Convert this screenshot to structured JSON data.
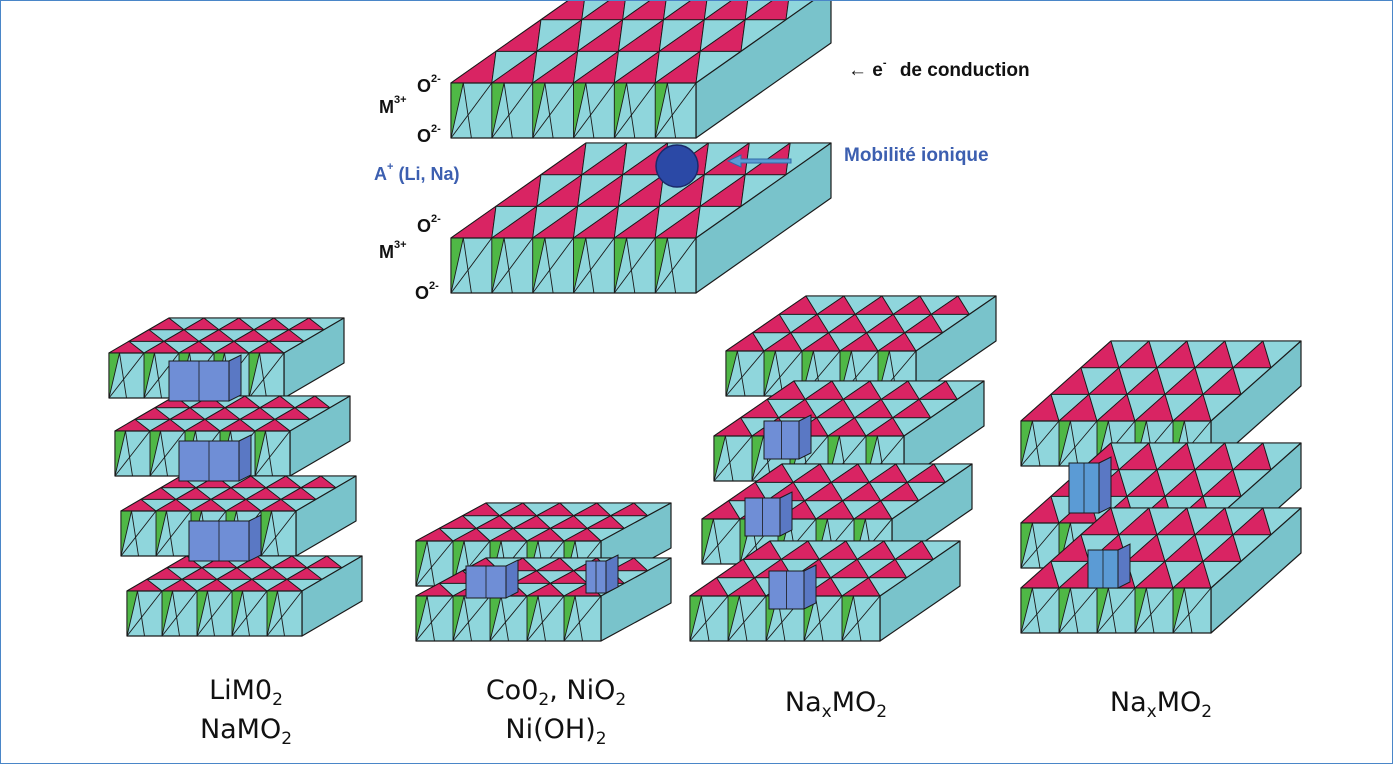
{
  "colors": {
    "side": "#8fd6dc",
    "top": "#d92463",
    "accent": "#4fb846",
    "interlayer": "#6f8ed6",
    "ion": "#2b49a6",
    "label_blue": "#3c5fb0",
    "frame": "#4a86c8"
  },
  "top_diagram": {
    "o_upper_1": "O",
    "o_upper_1_charge": "2-",
    "m_upper": "M",
    "m_upper_charge": "3+",
    "o_upper_2": "O",
    "o_upper_2_charge": "2-",
    "ion_symbol": "A",
    "ion_charge": "+",
    "ion_label": "(Li, Na)",
    "o_lower_1": "O",
    "o_lower_1_charge": "2-",
    "m_lower": "M",
    "m_lower_charge": "3+",
    "o_lower_2": "O",
    "o_lower_2_charge": "2-",
    "conduction_arrow": "←",
    "conduction_e": "e",
    "conduction_e_charge": "-",
    "conduction_text": "de conduction",
    "mobility_text": "Mobilité ionique"
  },
  "structures": [
    {
      "line1": "LiM0",
      "line1_sub": "2",
      "line2": "NaMO",
      "line2_sub": "2"
    },
    {
      "line1_a": "Co0",
      "line1_a_sub": "2",
      "line1_b": ", NiO",
      "line1_b_sub": "2",
      "line2": "Ni(OH)",
      "line2_sub": "2"
    },
    {
      "line1_a": "Na",
      "line1_a_sub": "x",
      "line1_b": "MO",
      "line1_b_sub": "2"
    },
    {
      "line1_a": "Na",
      "line1_a_sub": "x",
      "line1_b": "MO",
      "line1_b_sub": "2"
    }
  ]
}
